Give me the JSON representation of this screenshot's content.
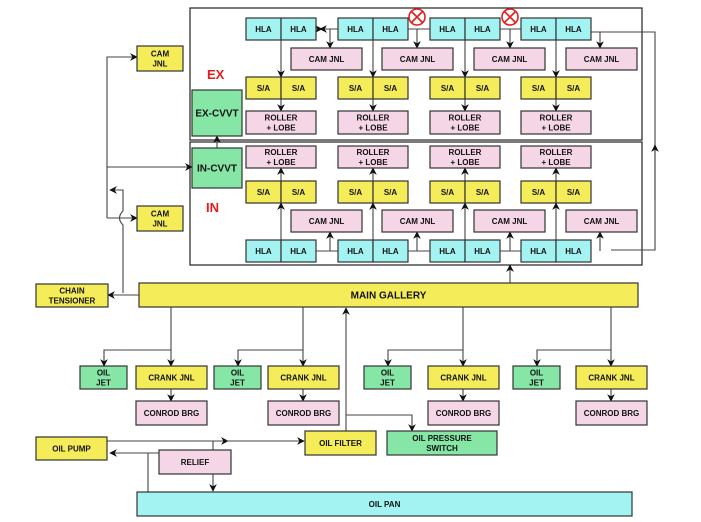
{
  "colors": {
    "cyan": "#a4f3f3",
    "pink": "#f5d6e6",
    "yellow": "#f5ec5a",
    "green": "#86e6a6",
    "accent_red": "#e51c1c",
    "line": "#333333"
  },
  "labels": {
    "ex": "EX",
    "in": "IN"
  },
  "nodes": {
    "hla": "HLA",
    "sa": "S/A",
    "cam_jnl": "CAM JNL",
    "roller_lobe": [
      "ROLLER",
      "+ LOBE"
    ],
    "ex_cvvt": "EX-CVVT",
    "in_cvvt": "IN-CVVT",
    "cam_jnl_left": [
      "CAM",
      "JNL"
    ],
    "chain_tensioner": [
      "CHAIN",
      "TENSIONER"
    ],
    "main_gallery": "MAIN GALLERY",
    "oil_jet": [
      "OIL",
      "JET"
    ],
    "crank_jnl": "CRANK JNL",
    "conrod_brg": "CONROD BRG",
    "oil_pump": "OIL PUMP",
    "relief": "RELIEF",
    "oil_filter": "OIL FILTER",
    "oil_pressure_switch": [
      "OIL PRESSURE",
      "SWITCH"
    ],
    "oil_pan": "OIL PAN"
  },
  "icons": {
    "blocked": "circle-x-icon"
  }
}
